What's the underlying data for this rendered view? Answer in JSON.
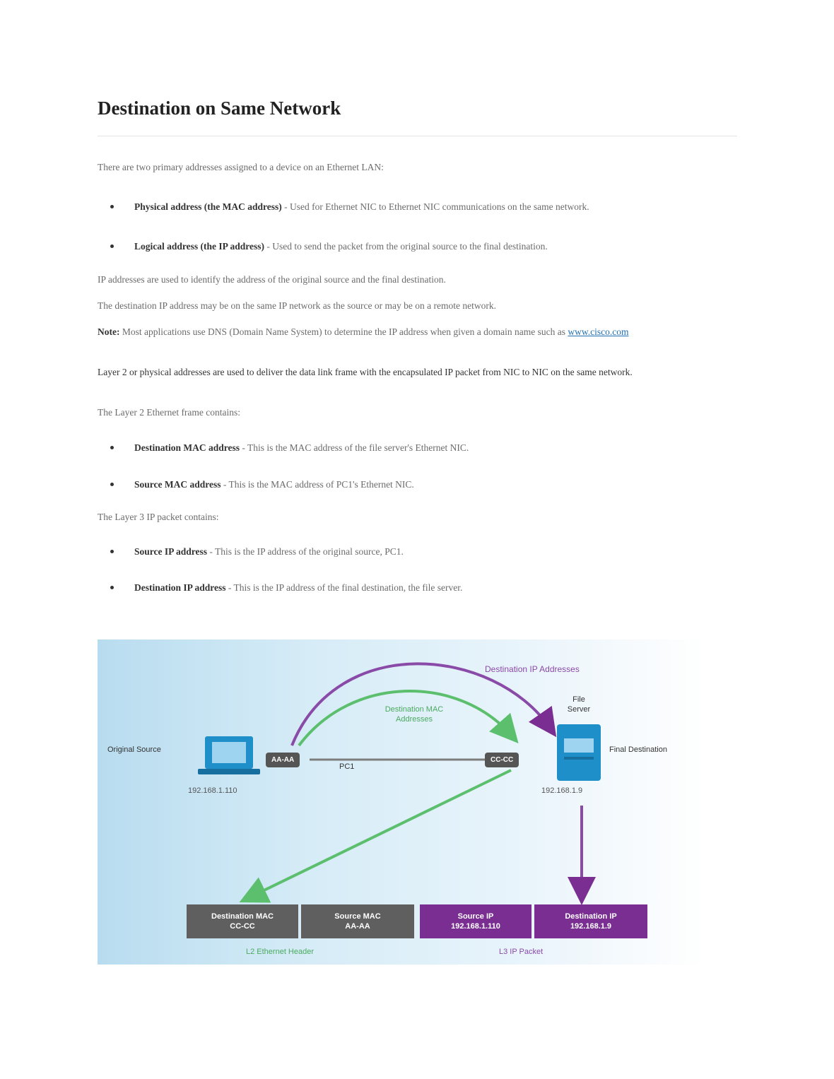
{
  "title": "Destination on Same Network",
  "intro": "There are two primary addresses assigned to a device on an Ethernet LAN:",
  "addresses": [
    {
      "term": "Physical address (the MAC address)",
      "desc": " - Used for Ethernet NIC to Ethernet NIC communications on the same network."
    },
    {
      "term": "Logical address (the IP address)",
      "desc": " - Used to send the packet from the original source to the final destination."
    }
  ],
  "p_ip": "IP addresses are used to identify the address of the original source and the final destination.",
  "p_dest": "The destination IP address may be on the same IP network as the source or may be on a remote network.",
  "note": {
    "label": "Note:",
    "text": " Most applications use DNS (Domain Name System) to determine the IP address when given a domain name such as ",
    "link": "www.cisco.com"
  },
  "p_layer2": "Layer 2 or physical addresses are used to deliver the data link frame with the encapsulated IP packet from NIC to NIC on the same network.",
  "frame_intro": "The Layer 2 Ethernet frame contains:",
  "frame_items": [
    {
      "term": "Destination MAC address",
      "desc": " - This is the MAC address of the file server's Ethernet NIC."
    },
    {
      "term": "Source MAC address",
      "desc": " - This is the MAC address of PC1's Ethernet NIC."
    }
  ],
  "packet_intro": "The Layer 3 IP packet contains:",
  "packet_items": [
    {
      "term": "Source IP address",
      "desc": " - This is the IP address of the original source, PC1."
    },
    {
      "term": "Destination IP address",
      "desc": " - This is the IP address of the final destination, the file server."
    }
  ],
  "diagram": {
    "dest_ip_label": "Destination IP Addresses",
    "dest_mac_label_1": "Destination MAC",
    "dest_mac_label_2": "Addresses",
    "file_server_1": "File",
    "file_server_2": "Server",
    "original_source": "Original Source",
    "final_destination": "Final Destination",
    "pc1_mac": "AA-AA",
    "server_mac": "CC-CC",
    "pc1_name": "PC1",
    "pc1_ip": "192.168.1.110",
    "server_ip": "192.168.1.9",
    "fields": [
      {
        "line1": "Destination MAC",
        "line2": "CC-CC"
      },
      {
        "line1": "Source MAC",
        "line2": "AA-AA"
      },
      {
        "line1": "Source IP",
        "line2": "192.168.1.110"
      },
      {
        "line1": "Destination IP",
        "line2": "192.168.1.9"
      }
    ],
    "l2_label": "L2 Ethernet Header",
    "l3_label": "L3 IP Packet"
  },
  "colors": {
    "green": "#5cbf6e",
    "purple": "#7a2e92",
    "gray": "#5f5f5f",
    "device": "#1e8fc8"
  }
}
